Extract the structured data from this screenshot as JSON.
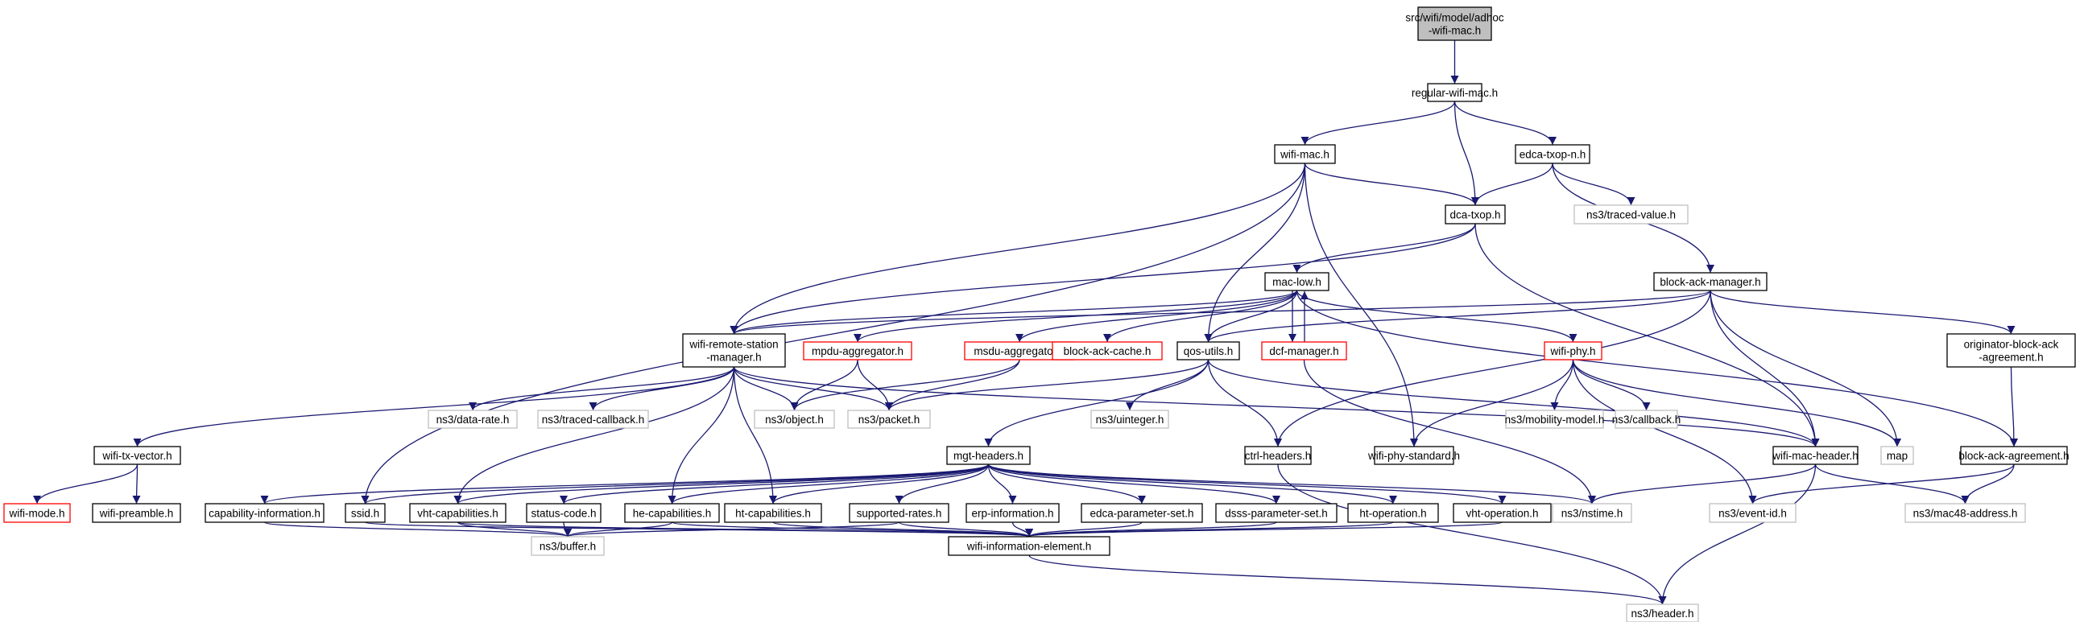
{
  "colors": {
    "edge": "#191970",
    "node_border": "#000000",
    "node_missing_docs_border": "#ff0000",
    "node_external_border": "#bfbfbf",
    "root_fill": "#bfbfbf"
  },
  "nodes": {
    "root": [
      "src/wifi/model/adhoc",
      "-wifi-mac.h"
    ],
    "regular_wifi_mac": [
      "regular-wifi-mac.h"
    ],
    "wifi_mac": [
      "wifi-mac.h"
    ],
    "edca_txop_n": [
      "edca-txop-n.h"
    ],
    "dca_txop": [
      "dca-txop.h"
    ],
    "traced_value": [
      "ns3/traced-value.h"
    ],
    "mac_low": [
      "mac-low.h"
    ],
    "block_ack_manager": [
      "block-ack-manager.h"
    ],
    "wifi_remote_station_manager": [
      "wifi-remote-station",
      "-manager.h"
    ],
    "mpdu_aggregator": [
      "mpdu-aggregator.h"
    ],
    "msdu_aggregator": [
      "msdu-aggregator.h"
    ],
    "block_ack_cache": [
      "block-ack-cache.h"
    ],
    "qos_utils": [
      "qos-utils.h"
    ],
    "dcf_manager": [
      "dcf-manager.h"
    ],
    "wifi_phy": [
      "wifi-phy.h"
    ],
    "originator_block_ack_agreement": [
      "originator-block-ack",
      "-agreement.h"
    ],
    "wifi_tx_vector": [
      "wifi-tx-vector.h"
    ],
    "data_rate": [
      "ns3/data-rate.h"
    ],
    "traced_callback": [
      "ns3/traced-callback.h"
    ],
    "object": [
      "ns3/object.h"
    ],
    "packet": [
      "ns3/packet.h"
    ],
    "mgt_headers": [
      "mgt-headers.h"
    ],
    "uinteger": [
      "ns3/uinteger.h"
    ],
    "ctrl_headers": [
      "ctrl-headers.h"
    ],
    "wifi_phy_standard": [
      "wifi-phy-standard.h"
    ],
    "mobility_model": [
      "ns3/mobility-model.h"
    ],
    "callback": [
      "ns3/callback.h"
    ],
    "wifi_mac_header": [
      "wifi-mac-header.h"
    ],
    "map": [
      "map"
    ],
    "block_ack_agreement": [
      "block-ack-agreement.h"
    ],
    "wifi_mode": [
      "wifi-mode.h"
    ],
    "wifi_preamble": [
      "wifi-preamble.h"
    ],
    "capability_information": [
      "capability-information.h"
    ],
    "ssid": [
      "ssid.h"
    ],
    "vht_capabilities": [
      "vht-capabilities.h"
    ],
    "status_code": [
      "status-code.h"
    ],
    "he_capabilities": [
      "he-capabilities.h"
    ],
    "ht_capabilities": [
      "ht-capabilities.h"
    ],
    "supported_rates": [
      "supported-rates.h"
    ],
    "erp_information": [
      "erp-information.h"
    ],
    "edca_parameter_set": [
      "edca-parameter-set.h"
    ],
    "dsss_parameter_set": [
      "dsss-parameter-set.h"
    ],
    "ht_operation": [
      "ht-operation.h"
    ],
    "vht_operation": [
      "vht-operation.h"
    ],
    "nstime": [
      "ns3/nstime.h"
    ],
    "event_id": [
      "ns3/event-id.h"
    ],
    "mac48_address": [
      "ns3/mac48-address.h"
    ],
    "buffer": [
      "ns3/buffer.h"
    ],
    "wifi_information_element": [
      "wifi-information-element.h"
    ],
    "header": [
      "ns3/header.h"
    ]
  }
}
